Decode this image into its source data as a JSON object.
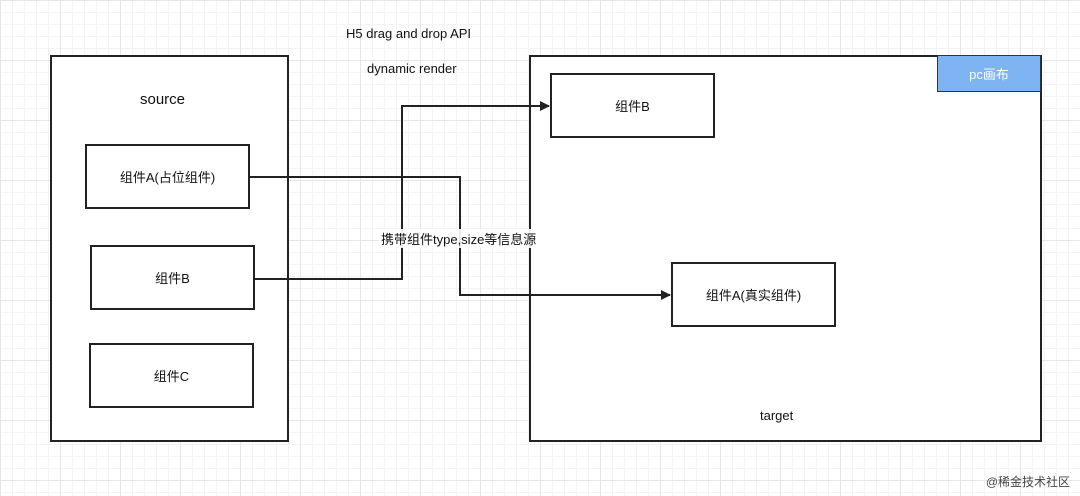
{
  "header": {
    "api_label": "H5 drag and drop API",
    "render_label": "dynamic render"
  },
  "source": {
    "title": "source",
    "items": [
      "组件A(占位组件)",
      "组件B",
      "组件C"
    ]
  },
  "target": {
    "title": "target",
    "canvas_tag": "pc画布",
    "component_b": "组件B",
    "component_a": "组件A(真实组件)"
  },
  "edge_label": "携带组件type,size等信息源",
  "watermark": "@稀金技术社区",
  "colors": {
    "canvas_tag": "#7fb4f2",
    "line": "#222222"
  }
}
